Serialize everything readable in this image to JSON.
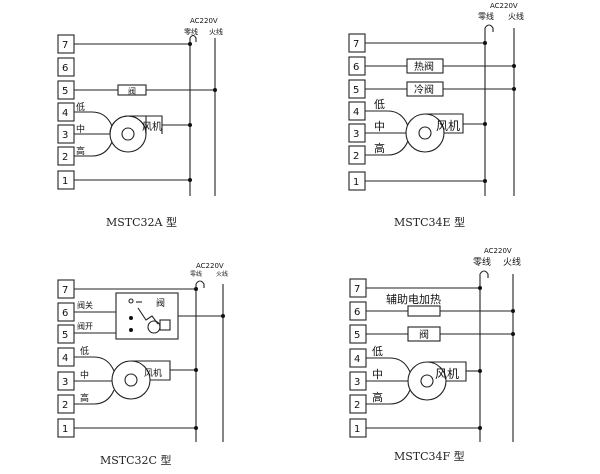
{
  "diagrams": [
    {
      "caption": "MSTC32A 型",
      "supply": "AC220V",
      "neutral": "零线",
      "live": "火线",
      "terminals": [
        "7",
        "6",
        "5",
        "4",
        "3",
        "2",
        "1"
      ],
      "speeds": [
        "低",
        "中",
        "高"
      ],
      "fan": "风机",
      "valve": "阀"
    },
    {
      "caption": "MSTC34E 型",
      "supply": "AC220V",
      "neutral": "零线",
      "live": "火线",
      "terminals": [
        "7",
        "6",
        "5",
        "4",
        "3",
        "2",
        "1"
      ],
      "speeds": [
        "低",
        "中",
        "高"
      ],
      "fan": "风机",
      "hot_valve": "热阀",
      "cold_valve": "冷阀"
    },
    {
      "caption": "MSTC32C 型",
      "supply": "AC220V",
      "neutral": "零线",
      "live": "火线",
      "terminals": [
        "7",
        "6",
        "5",
        "4",
        "3",
        "2",
        "1"
      ],
      "speeds": [
        "低",
        "中",
        "高"
      ],
      "fan": "风机",
      "valve_close": "阀关",
      "valve_open": "阀开",
      "valve": "阀"
    },
    {
      "caption": "MSTC34F 型",
      "supply": "AC220V",
      "neutral": "零线",
      "live": "火线",
      "terminals": [
        "7",
        "6",
        "5",
        "4",
        "3",
        "2",
        "1"
      ],
      "speeds": [
        "低",
        "中",
        "高"
      ],
      "fan": "风机",
      "aux_heat": "辅助电加热",
      "valve": "阀"
    }
  ]
}
